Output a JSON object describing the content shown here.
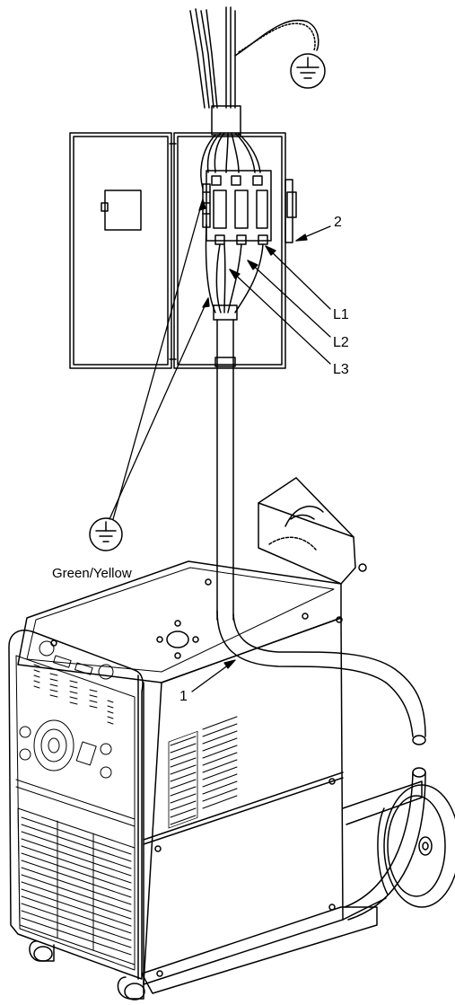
{
  "labels": {
    "callout_1": "1",
    "callout_2": "2",
    "line_1": "L1",
    "line_2": "L2",
    "line_3": "L3",
    "ground_wire": "Green/Yellow"
  },
  "icons": {
    "top_ground": "ground-symbol-icon",
    "bottom_ground": "ground-symbol-icon"
  },
  "colors": {
    "ink": "#000000",
    "paper": "#ffffff"
  }
}
